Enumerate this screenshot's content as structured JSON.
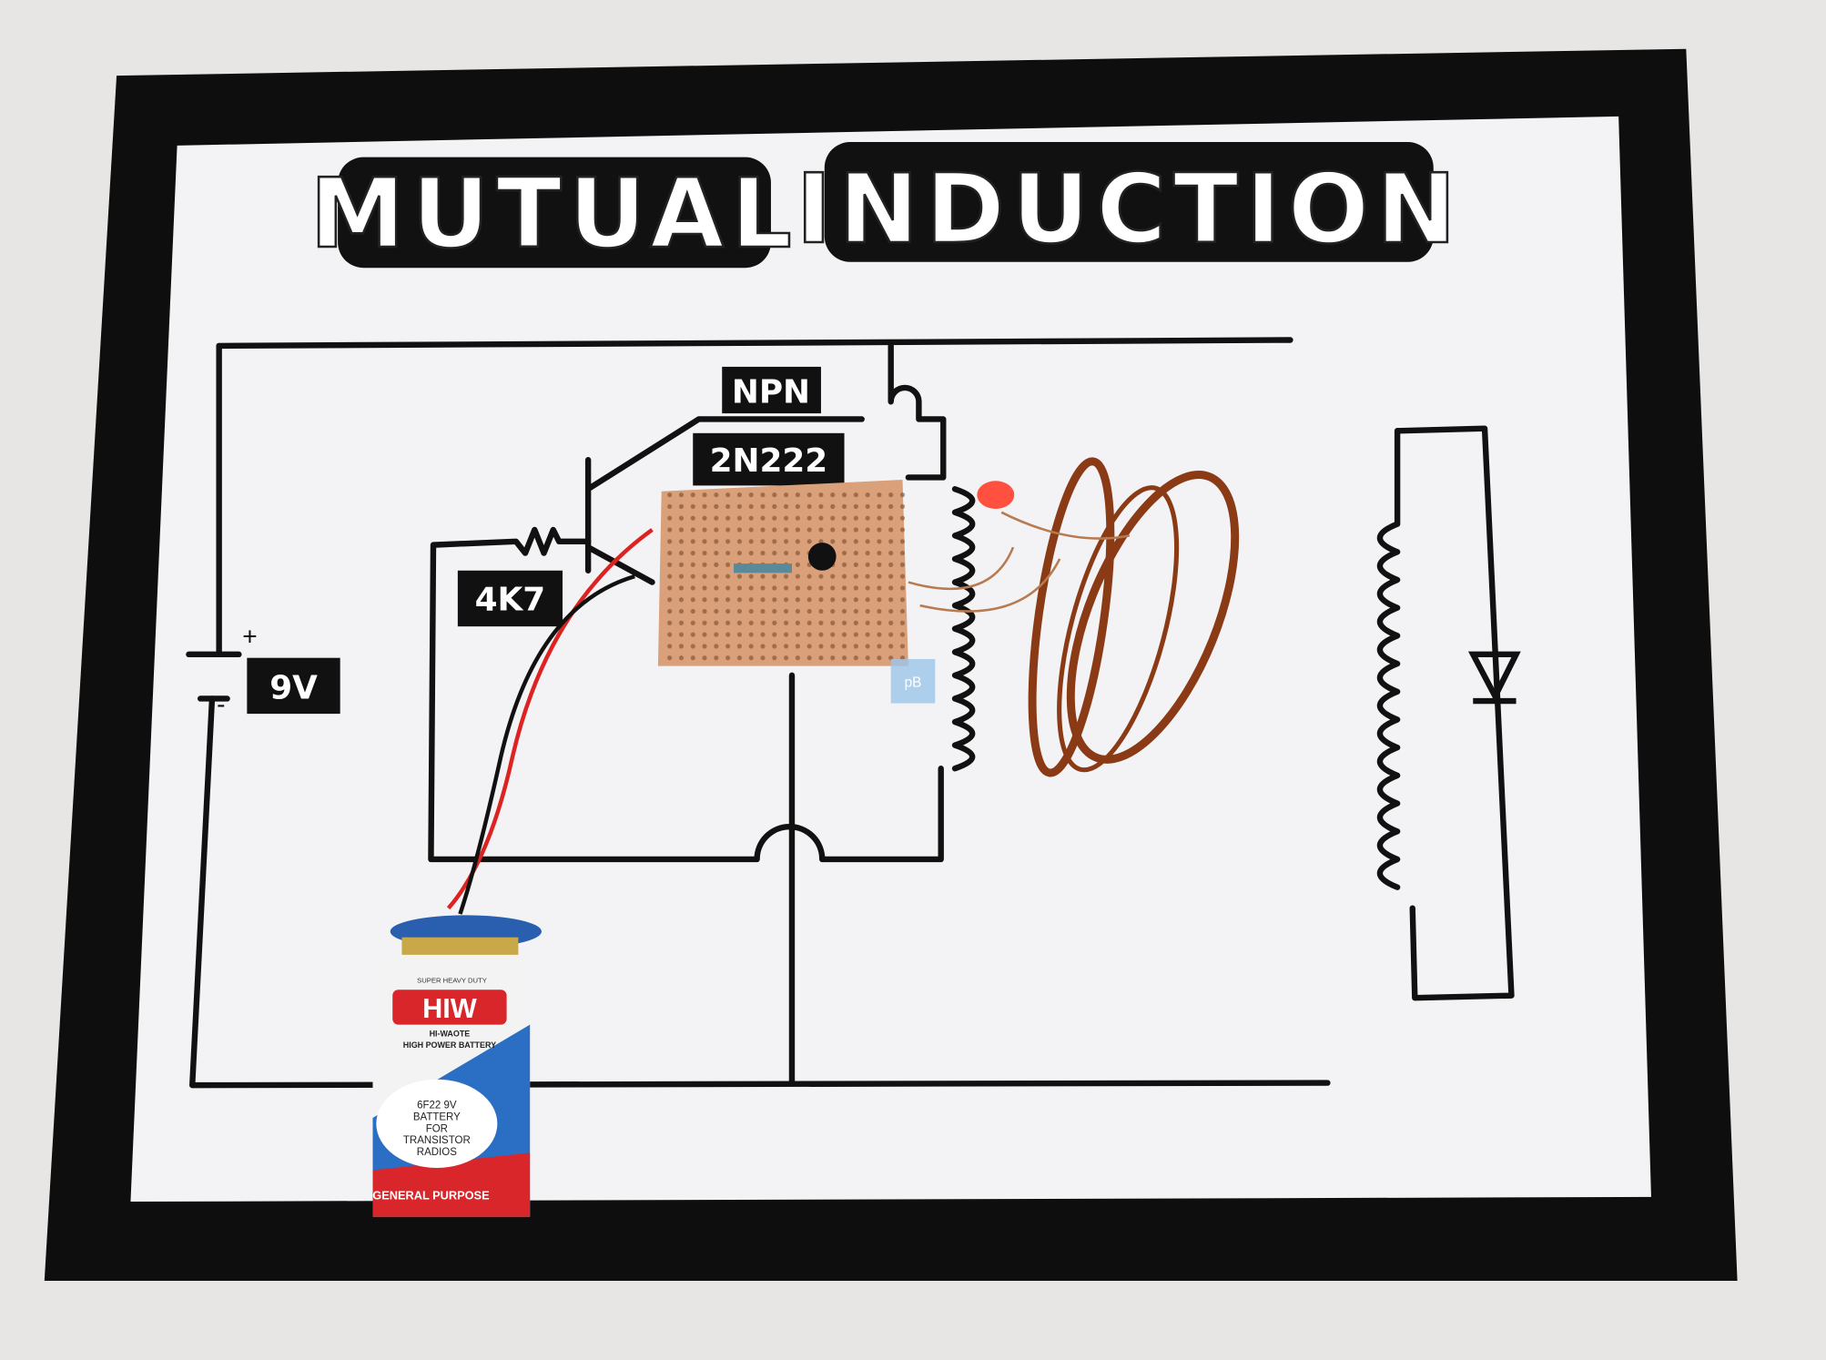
{
  "title": {
    "word1": "MUTUAL",
    "word2": "INDUCTION"
  },
  "labels": {
    "transistor_type": "NPN",
    "transistor_part": "2N222",
    "resistor": "4K7",
    "voltage": "9V",
    "plus": "+",
    "minus": "-"
  },
  "battery": {
    "top_line": "SUPER HEAVY DUTY",
    "brand": "HIW",
    "subbrand": "HI-WAOTE",
    "tagline": "HIGH POWER BATTERY",
    "oval_lines": [
      "6F22 9V",
      "BATTERY",
      "FOR",
      "TRANSISTOR",
      "RADIOS"
    ],
    "bottom": "GENERAL PURPOSE"
  },
  "watermark": "pB",
  "colors": {
    "board": "#111111",
    "paper": "#f4f4f6",
    "copper": "#8a3a14",
    "perfboard": "#d9a07a",
    "led": "#ff5040",
    "battery_red": "#d8262a",
    "battery_blue": "#2a6fc4"
  }
}
